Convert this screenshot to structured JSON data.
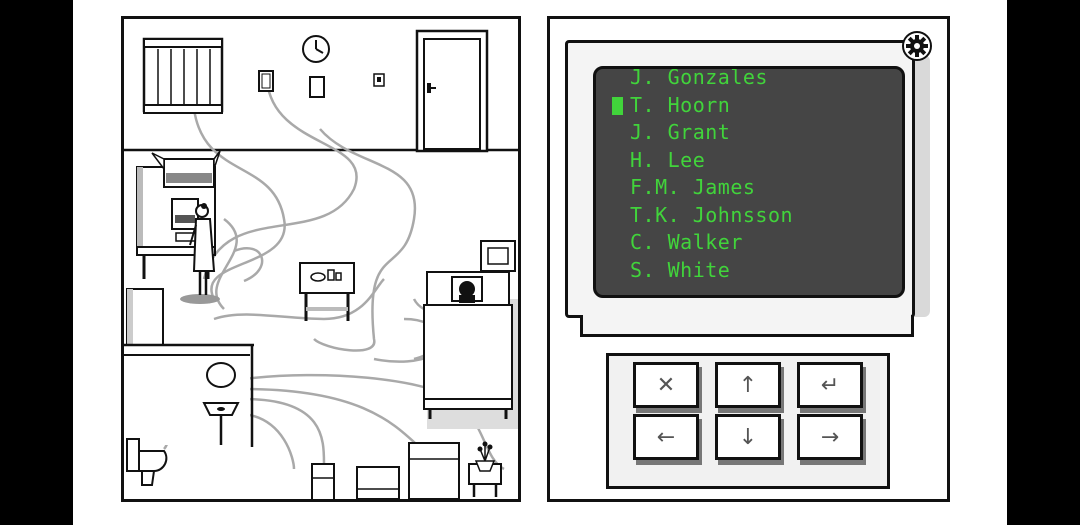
{
  "terminal": {
    "names": [
      "J. Gonzales",
      "T. Hoorn",
      "J. Grant",
      "H. Lee",
      "F.M. James",
      "T.K. Johnsson",
      "C. Walker",
      "S. White"
    ],
    "selected_index": 1,
    "text_color": "#41d43b",
    "screen_color": "#454545"
  },
  "keypad": {
    "keys": [
      {
        "name": "close-key",
        "glyph": "✕"
      },
      {
        "name": "up-key",
        "glyph": "🠅"
      },
      {
        "name": "enter-key",
        "glyph": "↵"
      },
      {
        "name": "left-key",
        "glyph": "←"
      },
      {
        "name": "down-key",
        "glyph": "↓"
      },
      {
        "name": "right-key",
        "glyph": "→"
      }
    ]
  },
  "icons": {
    "settings": "gear-icon"
  }
}
